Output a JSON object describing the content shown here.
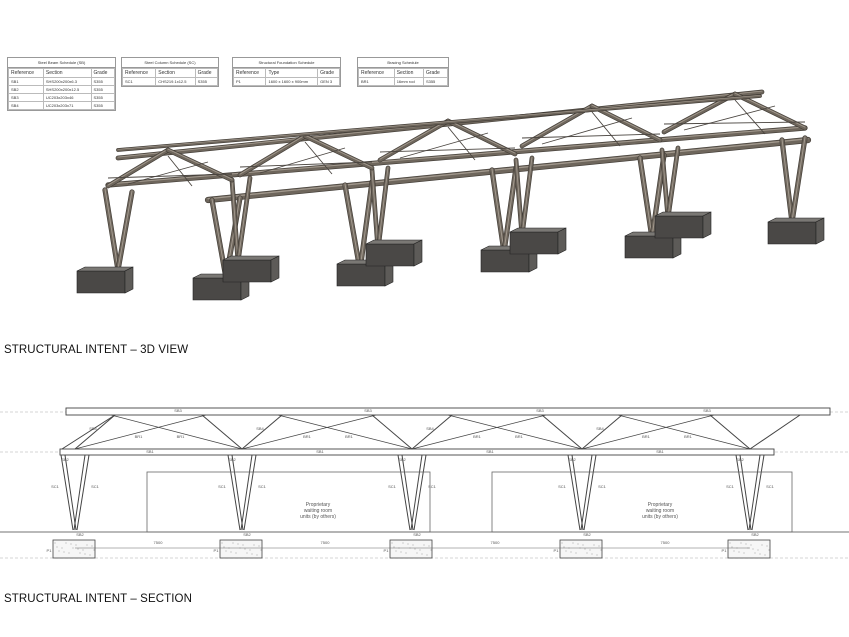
{
  "schedules": [
    {
      "title": "Steel Beam Schedule (SB)",
      "headers": [
        "Reference",
        "Section",
        "Grade"
      ],
      "rows": [
        [
          "SB1",
          "SHS200x200x6.3",
          "S355"
        ],
        [
          "SB2",
          "SHS200x200x12.5",
          "S355"
        ],
        [
          "SB3",
          "UC203x203x46",
          "S355"
        ],
        [
          "SB4",
          "UC203x203x71",
          "S355"
        ]
      ]
    },
    {
      "title": "Steel Column Schedule (SC)",
      "headers": [
        "Reference",
        "Section",
        "Grade"
      ],
      "rows": [
        [
          "SC1",
          "CHS219.1x12.5",
          "S355"
        ]
      ]
    },
    {
      "title": "Structural Foundation Schedule",
      "headers": [
        "Reference",
        "Type",
        "Grade"
      ],
      "rows": [
        [
          "P1",
          "1600 x 1600 x 900mm",
          "GEN 3"
        ]
      ]
    },
    {
      "title": "Bracing Schedule",
      "headers": [
        "Reference",
        "Section",
        "Grade"
      ],
      "rows": [
        [
          "BR1",
          "16mm rod",
          "S355"
        ]
      ]
    }
  ],
  "captions": {
    "view3d": "STRUCTURAL INTENT – 3D VIEW",
    "section": "STRUCTURAL INTENT – SECTION"
  },
  "section_labels": {
    "beam_top": "SB3",
    "beam_mid": "SB1",
    "brace": "BR1",
    "diag": "SB4",
    "column": "SC1",
    "pad": "P1",
    "base": "SB2",
    "span": "7500",
    "room_line1": "Proprietary",
    "room_line2": "waiting room",
    "room_line3": "units (by others)"
  }
}
